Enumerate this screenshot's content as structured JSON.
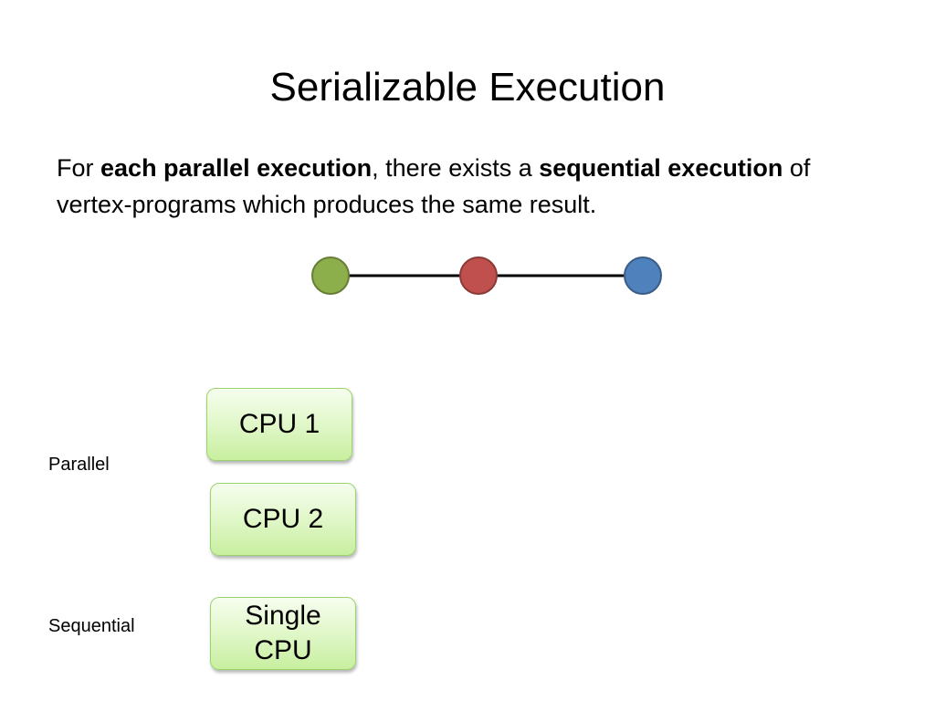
{
  "title": "Serializable Execution",
  "body": {
    "p1": "For ",
    "p2": "each parallel execution",
    "p3": ", there exists a ",
    "p4": "sequential execution",
    "p5": " of vertex-programs which produces the same result."
  },
  "graph": {
    "vertices": [
      {
        "color": "#8daf4b"
      },
      {
        "color": "#c0504d"
      },
      {
        "color": "#4f81bd"
      }
    ]
  },
  "labels": {
    "parallel": "Parallel",
    "sequential": "Sequential"
  },
  "boxes": {
    "cpu1": "CPU 1",
    "cpu2": "CPU 2",
    "single": "Single CPU"
  }
}
